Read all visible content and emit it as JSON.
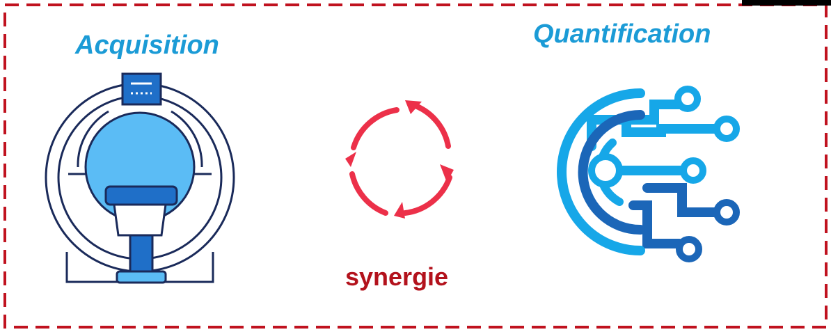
{
  "labels": {
    "left": "Acquisition",
    "right": "Quantification",
    "center": "synergie"
  },
  "icons": {
    "left": "mri-scanner-icon",
    "center": "cycle-arrows-icon",
    "right": "circuit-icon"
  },
  "colors": {
    "border": "#c0121f",
    "label": "#1b9bd6",
    "synergy_text": "#b3121c",
    "cycle_arrows": "#ec3049",
    "scanner_light": "#5bbcf5",
    "scanner_dark": "#1f6fc8",
    "circuit_light": "#16a7e8",
    "circuit_dark": "#1b66b8"
  }
}
